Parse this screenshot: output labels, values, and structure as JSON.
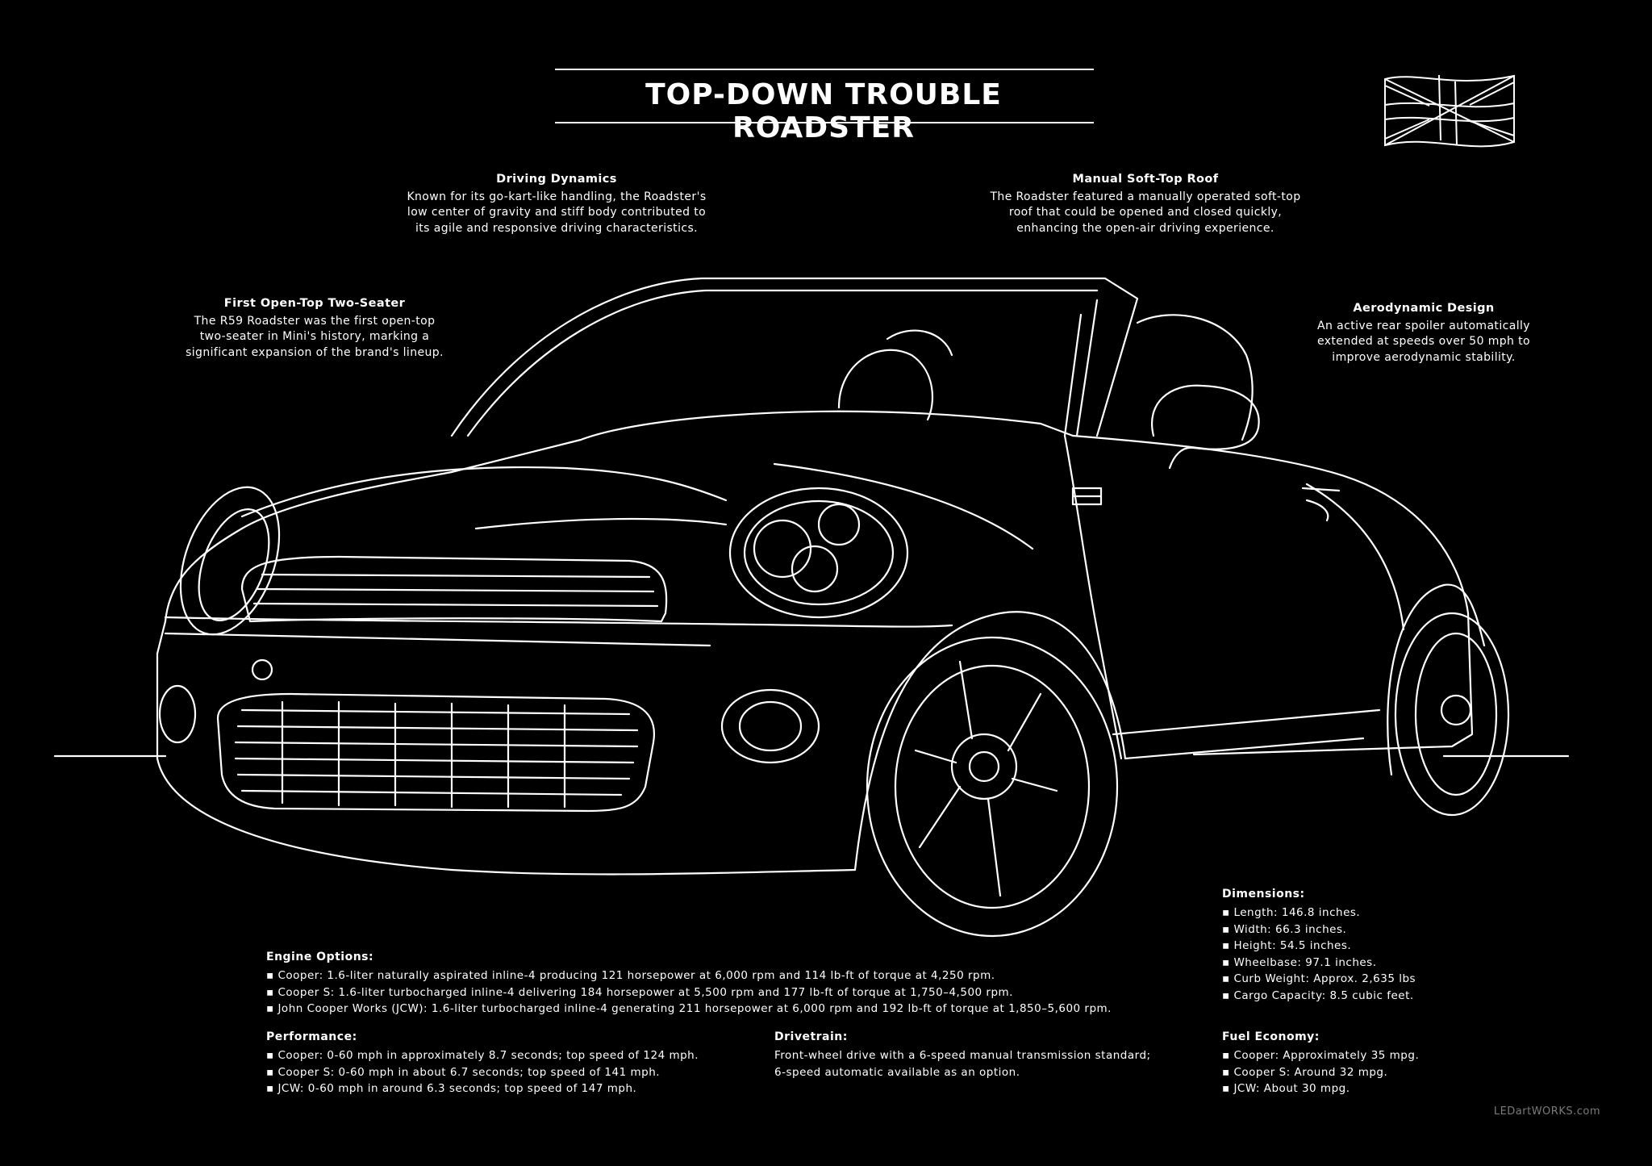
{
  "title": "TOP-DOWN TROUBLE ROADSTER",
  "callouts": {
    "driving_dynamics": {
      "heading": "Driving Dynamics",
      "lines": [
        "Known for its go-kart-like handling, the Roadster's",
        "low center of gravity and stiff body contributed to",
        "its agile and responsive driving characteristics."
      ]
    },
    "soft_top": {
      "heading": "Manual Soft-Top Roof",
      "lines": [
        "The Roadster featured a manually operated soft-top",
        "roof that could be opened and closed quickly,",
        "enhancing the open-air driving experience."
      ]
    },
    "two_seater": {
      "heading": "First Open-Top Two-Seater",
      "lines": [
        "The R59 Roadster was the first open-top",
        "two-seater in Mini's history, marking a",
        "significant expansion of the brand's lineup."
      ]
    },
    "aero": {
      "heading": "Aerodynamic Design",
      "lines": [
        "An active rear spoiler automatically",
        "extended at speeds over 50 mph to",
        "improve aerodynamic stability."
      ]
    }
  },
  "engine": {
    "heading": "Engine Options:",
    "items": [
      "Cooper: 1.6-liter naturally aspirated inline-4 producing 121 horsepower at 6,000 rpm and 114 lb-ft of torque at 4,250 rpm.",
      "Cooper S: 1.6-liter turbocharged inline-4 delivering 184 horsepower at 5,500 rpm and 177 lb-ft of torque at 1,750–4,500 rpm.",
      "John Cooper Works (JCW): 1.6-liter turbocharged inline-4 generating 211 horsepower at 6,000 rpm and 192 lb-ft of torque at 1,850–5,600 rpm."
    ]
  },
  "performance": {
    "heading": "Performance:",
    "items": [
      "Cooper: 0-60 mph in approximately 8.7 seconds; top speed of 124 mph.",
      "Cooper S: 0-60 mph in about 6.7 seconds; top speed of 141 mph.",
      "JCW: 0-60 mph in around 6.3 seconds; top speed of 147 mph."
    ]
  },
  "drivetrain": {
    "heading": "Drivetrain:",
    "lines": [
      "Front-wheel drive with a 6-speed manual transmission standard;",
      "6-speed automatic available as an option."
    ]
  },
  "dimensions": {
    "heading": "Dimensions:",
    "items": [
      "Length: 146.8 inches.",
      "Width: 66.3 inches.",
      "Height: 54.5 inches.",
      "Wheelbase: 97.1 inches.",
      "Curb Weight: Approx. 2,635 lbs",
      "Cargo Capacity: 8.5 cubic feet."
    ]
  },
  "fuel": {
    "heading": "Fuel Economy:",
    "items": [
      "Cooper: Approximately 35 mpg.",
      "Cooper S: Around 32 mpg.",
      "JCW: About 30 mpg."
    ]
  },
  "watermark": "LEDartWORKS.com",
  "icons": {
    "flag": "union-jack-flag-icon",
    "car": "mini-roadster-line-drawing"
  },
  "colors": {
    "background": "#000000",
    "line": "#ffffff",
    "watermark": "#7a7a7a"
  }
}
